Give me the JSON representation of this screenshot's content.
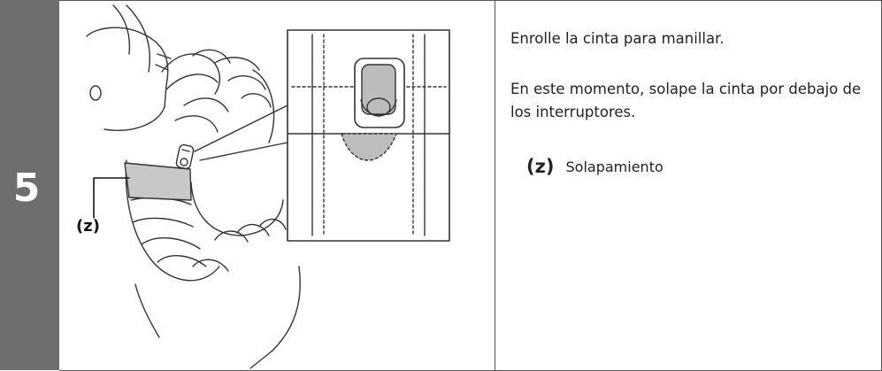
{
  "step": {
    "number": "5"
  },
  "illustration": {
    "callout_label": "(z)"
  },
  "instructions": {
    "line1": "Enrolle la cinta para manillar.",
    "line2": "En este momento, solape la cinta por debajo de los interruptores.",
    "callout_ref": "(z)",
    "callout_text": "Solapamiento"
  },
  "colors": {
    "step_bar": "#6e6e6e",
    "overlap_shade": "#c8c8c8",
    "line": "#333333"
  }
}
